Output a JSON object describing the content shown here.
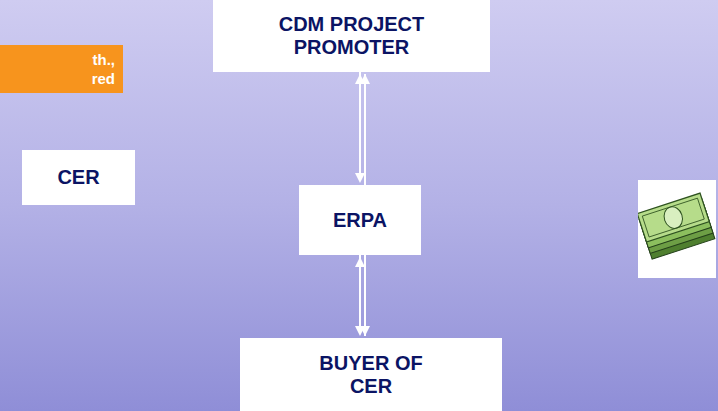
{
  "diagram": {
    "nodes": [
      {
        "text": [
          "th., red"
        ]
      },
      {
        "text": [
          "CDM PROJECT PROMOTER"
        ]
      },
      {
        "text": [
          "CER"
        ]
      },
      {
        "text": [
          "ERPA"
        ]
      },
      {
        "text": [
          "BUYER OF CER"
        ]
      }
    ],
    "edges": [
      {
        "from": 1,
        "to": 3,
        "arrow": "both"
      },
      {
        "from": 3,
        "to": 4,
        "arrow": "both"
      },
      {
        "from": 1,
        "to": 4,
        "arrow": "to"
      },
      {
        "from": 4,
        "to": 1,
        "arrow": "to"
      }
    ]
  }
}
